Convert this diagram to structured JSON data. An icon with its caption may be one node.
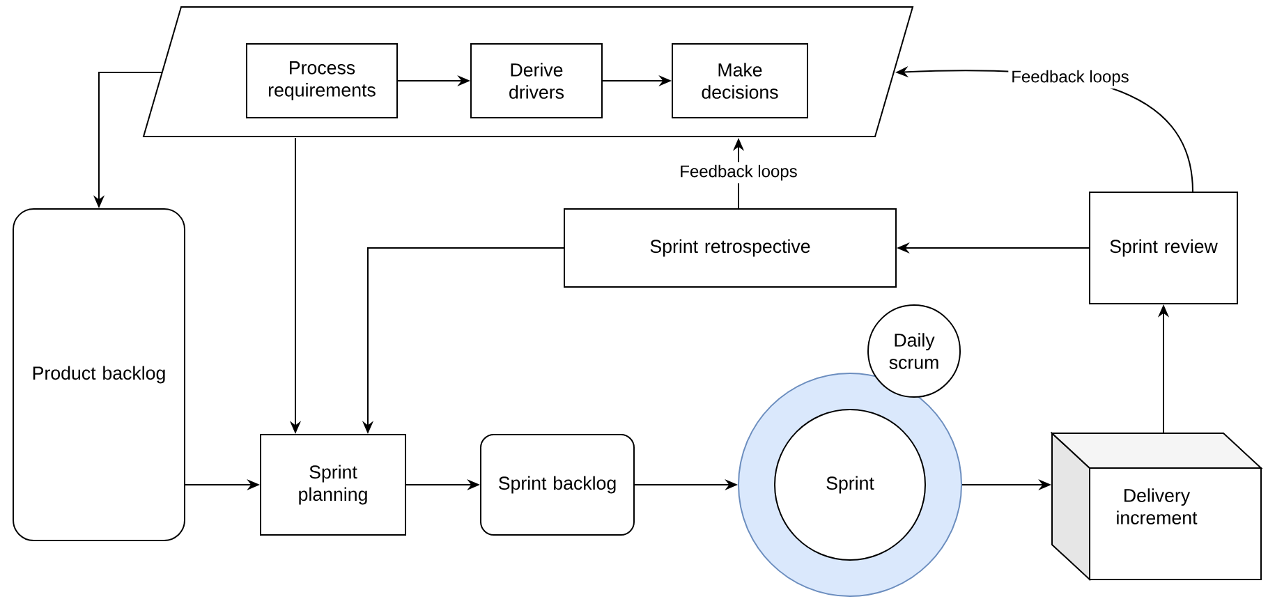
{
  "diagram": {
    "nodes": [
      {
        "text": [],
        "shape": "parallelogram"
      },
      {
        "text": [
          "Process requirements"
        ],
        "in": 0
      },
      {
        "text": [
          "Derive drivers"
        ],
        "in": 0
      },
      {
        "text": [
          "Make decisions"
        ],
        "in": 0
      },
      {
        "text": [
          "Product backlog"
        ]
      },
      {
        "text": [
          "Sprint planning"
        ]
      },
      {
        "text": [
          "Sprint backlog"
        ]
      },
      {
        "text": [
          "Sprint retrospective"
        ]
      },
      {
        "text": [
          "Sprint review"
        ]
      },
      {
        "text": [],
        "shape": "circle"
      },
      {
        "text": [
          "Sprint"
        ],
        "in": 9
      },
      {
        "text": [
          "Daily scrum"
        ]
      },
      {
        "text": [
          "Delivery increment"
        ]
      }
    ],
    "edges": [
      {
        "from": 1,
        "to": 2,
        "arrow": "to"
      },
      {
        "from": 2,
        "to": 3,
        "arrow": "to"
      },
      {
        "from": 0,
        "to": 4,
        "arrow": "to"
      },
      {
        "from": 0,
        "to": 5,
        "arrow": "to"
      },
      {
        "from": 4,
        "to": 5,
        "arrow": "to"
      },
      {
        "from": 7,
        "to": 5,
        "arrow": "to"
      },
      {
        "from": 7,
        "to": 0,
        "arrow": "to",
        "label": "Feedback loops"
      },
      {
        "from": 8,
        "to": 7,
        "arrow": "to"
      },
      {
        "from": 8,
        "to": 0,
        "arrow": "to",
        "label": "Feedback loops"
      },
      {
        "from": 5,
        "to": 6,
        "arrow": "to"
      },
      {
        "from": 6,
        "to": 9,
        "arrow": "to"
      },
      {
        "from": 9,
        "to": 12,
        "arrow": "to"
      },
      {
        "from": 12,
        "to": 8,
        "arrow": "to"
      }
    ]
  }
}
